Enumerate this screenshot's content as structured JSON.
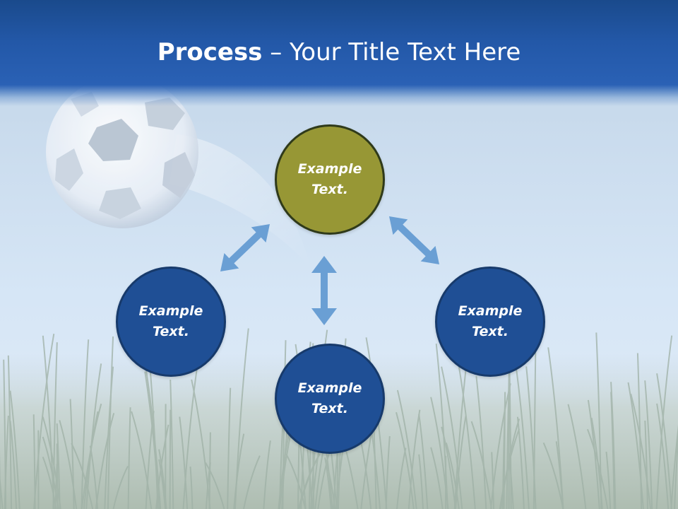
{
  "slide": {
    "title_bold": "Process",
    "title_rest": " – Your Title Text Here"
  },
  "nodes": [
    {
      "id": "top",
      "label": "Example Text.",
      "color": "#979735"
    },
    {
      "id": "left",
      "label": "Example Text.",
      "color": "#1f4f95"
    },
    {
      "id": "bottom",
      "label": "Example Text.",
      "color": "#1f4f95"
    },
    {
      "id": "right",
      "label": "Example Text.",
      "color": "#1f4f95"
    }
  ],
  "colors": {
    "header": "#2358a8",
    "arrow": "#6a9fd4",
    "node_border": "#173a6b"
  },
  "icons": [
    "soccer-ball-icon",
    "grass-background"
  ]
}
